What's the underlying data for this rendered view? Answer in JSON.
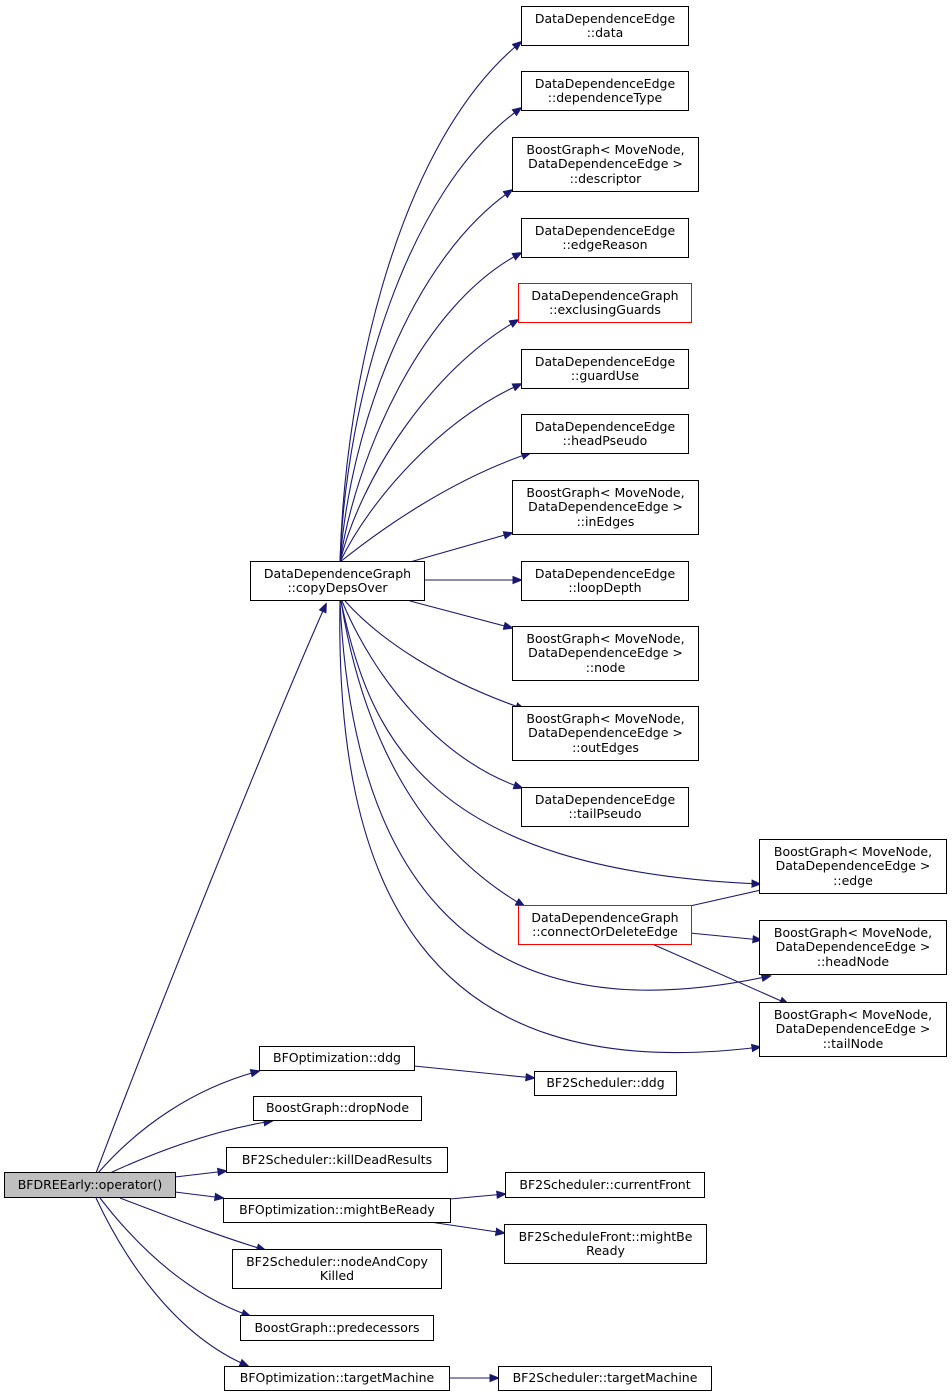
{
  "colors": {
    "edge": "#191970",
    "node_border": "#000000",
    "node_border_incomplete": "#ff0000",
    "root_fill": "#bfbfbf"
  },
  "nodes": {
    "root": {
      "lines": [
        "BFDREEarly::operator()"
      ]
    },
    "copyDepsOver": {
      "lines": [
        "DataDependenceGraph",
        "::copyDepsOver"
      ]
    },
    "data": {
      "lines": [
        "DataDependenceEdge",
        "::data"
      ]
    },
    "dependenceType": {
      "lines": [
        "DataDependenceEdge",
        "::dependenceType"
      ]
    },
    "descriptor": {
      "lines": [
        "BoostGraph< MoveNode,",
        "DataDependenceEdge >",
        "::descriptor"
      ]
    },
    "edgeReason": {
      "lines": [
        "DataDependenceEdge",
        "::edgeReason"
      ]
    },
    "exclusingGuards": {
      "lines": [
        "DataDependenceGraph",
        "::exclusingGuards"
      ]
    },
    "guardUse": {
      "lines": [
        "DataDependenceEdge",
        "::guardUse"
      ]
    },
    "headPseudo": {
      "lines": [
        "DataDependenceEdge",
        "::headPseudo"
      ]
    },
    "inEdges": {
      "lines": [
        "BoostGraph< MoveNode,",
        "DataDependenceEdge >",
        "::inEdges"
      ]
    },
    "loopDepth": {
      "lines": [
        "DataDependenceEdge",
        "::loopDepth"
      ]
    },
    "node": {
      "lines": [
        "BoostGraph< MoveNode,",
        "DataDependenceEdge >",
        "::node"
      ]
    },
    "outEdges": {
      "lines": [
        "BoostGraph< MoveNode,",
        "DataDependenceEdge >",
        "::outEdges"
      ]
    },
    "tailPseudo": {
      "lines": [
        "DataDependenceEdge",
        "::tailPseudo"
      ]
    },
    "connectOrDeleteEdge": {
      "lines": [
        "DataDependenceGraph",
        "::connectOrDeleteEdge"
      ]
    },
    "edge": {
      "lines": [
        "BoostGraph< MoveNode,",
        "DataDependenceEdge >",
        "::edge"
      ]
    },
    "headNode": {
      "lines": [
        "BoostGraph< MoveNode,",
        "DataDependenceEdge >",
        "::headNode"
      ]
    },
    "tailNode": {
      "lines": [
        "BoostGraph< MoveNode,",
        "DataDependenceEdge >",
        "::tailNode"
      ]
    },
    "bfoDdg": {
      "lines": [
        "BFOptimization::ddg"
      ]
    },
    "bf2Ddg": {
      "lines": [
        "BF2Scheduler::ddg"
      ]
    },
    "dropNode": {
      "lines": [
        "BoostGraph::dropNode"
      ]
    },
    "killDeadResults": {
      "lines": [
        "BF2Scheduler::killDeadResults"
      ]
    },
    "mightBeReady": {
      "lines": [
        "BFOptimization::mightBeReady"
      ]
    },
    "currentFront": {
      "lines": [
        "BF2Scheduler::currentFront"
      ]
    },
    "frontMightBeReady": {
      "lines": [
        "BF2ScheduleFront::mightBe",
        "Ready"
      ]
    },
    "nodeAndCopyKilled": {
      "lines": [
        "BF2Scheduler::nodeAndCopy",
        "Killed"
      ]
    },
    "predecessors": {
      "lines": [
        "BoostGraph::predecessors"
      ]
    },
    "bfoTargetMachine": {
      "lines": [
        "BFOptimization::targetMachine"
      ]
    },
    "bf2TargetMachine": {
      "lines": [
        "BF2Scheduler::targetMachine"
      ]
    }
  }
}
